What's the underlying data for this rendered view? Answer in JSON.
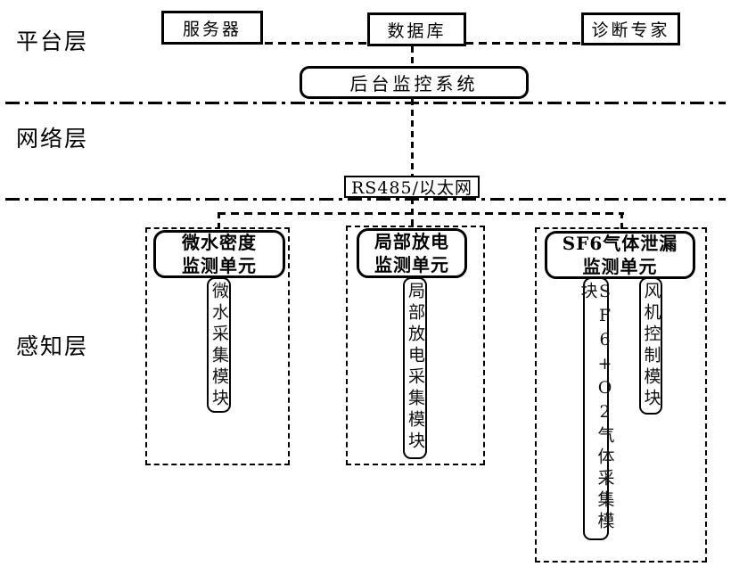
{
  "diagram": {
    "layers": [
      {
        "label": "平台层"
      },
      {
        "label": "网络层"
      },
      {
        "label": "感知层"
      }
    ],
    "platform": {
      "server": "服务器",
      "database": "数据库",
      "expert": "诊断专家",
      "monitor": "后台监控系统"
    },
    "network": {
      "bus": "RS485/以太网"
    },
    "perception": {
      "units": [
        {
          "title1": "微水密度",
          "title2": "监测单元",
          "modules": [
            "微水采集模块"
          ]
        },
        {
          "title1": "局部放电",
          "title2": "监测单元",
          "modules": [
            "局部放电采集模块"
          ]
        },
        {
          "title1": "SF6气体泄漏",
          "title2": "监测单元",
          "modules": [
            "SF6+O2气体采集模块",
            "风机控制模块"
          ]
        }
      ]
    },
    "colors": {
      "line": "#000000",
      "background": "#ffffff"
    }
  }
}
